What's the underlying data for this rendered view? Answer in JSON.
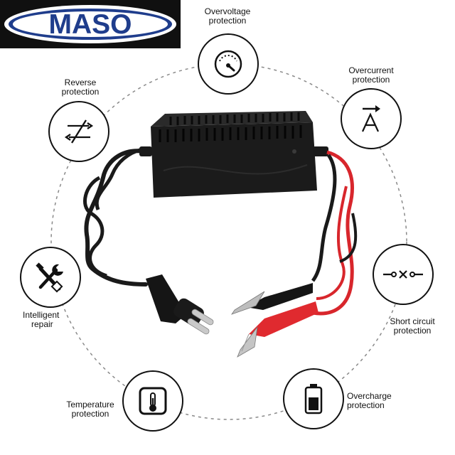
{
  "brand": {
    "name": "MASO"
  },
  "features": {
    "overvoltage": {
      "line1": "Overvoltage",
      "line2": "protection",
      "icon": "gauge-icon"
    },
    "overcurrent": {
      "line1": "Overcurrent",
      "line2": "protection",
      "icon": "ampere-icon"
    },
    "reverse": {
      "line1": "Reverse",
      "line2": "protection",
      "icon": "reverse-polarity-icon"
    },
    "intelligent": {
      "line1": "Intelligent",
      "line2": "repair",
      "icon": "tools-icon"
    },
    "short_circuit": {
      "line1": "Short circuit",
      "line2": "protection",
      "icon": "open-circuit-icon"
    },
    "temperature": {
      "line1": "Temperature",
      "line2": "protection",
      "icon": "thermometer-icon"
    },
    "overcharge": {
      "line1": "Overcharge",
      "line2": "protection",
      "icon": "battery-icon"
    }
  },
  "colors": {
    "accent_red": "#d8262c",
    "ink": "#111111",
    "logo_bg": "#101010",
    "logo_blue": "#1f3d8c"
  }
}
